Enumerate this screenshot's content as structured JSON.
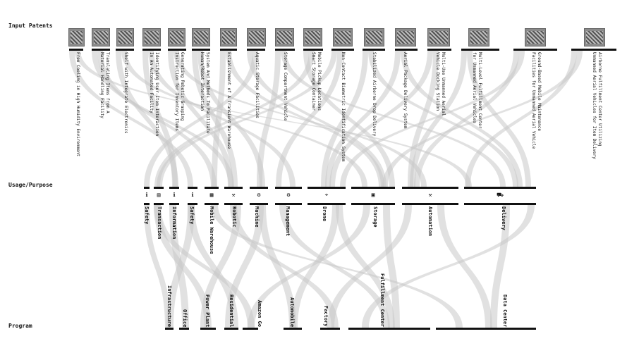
{
  "row_labels": {
    "input": "Input Patents",
    "usage": "Usage/Purpose",
    "program": "Program"
  },
  "patents": [
    {
      "label": "Free Cooling in High Humidity Environment"
    },
    {
      "label": "Translating Items from A\nMaterial Handling Facility"
    },
    {
      "label": "Shelf with Integrate Electronics"
    },
    {
      "label": "Identifying User-Item Interaction\nIn An Automated Facility"
    },
    {
      "label": "Generating Robotic Grasping\nInstruction for Inventory Items"
    },
    {
      "label": "System And Methods To Facilitate\nHuman/Robot Interaction"
    },
    {
      "label": "Establishment of A Transient Warehouse"
    },
    {
      "label": "Aquatic Storage Facilities"
    },
    {
      "label": "Storage Compartment Vehicle"
    },
    {
      "label": "Mobile Pickup Locations\nSmart Storage Container"
    },
    {
      "label": "Non-Contact Biometric Identification System"
    },
    {
      "label": "Stabilized Airborne Drop Delivery"
    },
    {
      "label": "Aerial Package Delivery System"
    },
    {
      "label": "Multi-Use Unmanned Aerial\nVehicle Docking Station"
    },
    {
      "label": "Multi-Level Fulfillment Center\nfor Unmanned Aerial Vehicles"
    },
    {
      "label": "Ground-Based Mobile Maintenance\nFacilities for Unmanned Aerial Vehicle"
    },
    {
      "label": "Airborne Fulfillment Center Utilizing\nUnmanned Aerial Vehicles for Item Delivery"
    }
  ],
  "usages": [
    {
      "label": "Safety",
      "icon": "info-icon"
    },
    {
      "label": "Transaction",
      "icon": "card-icon"
    },
    {
      "label": "Information",
      "icon": "info-icon"
    },
    {
      "label": "Safety",
      "icon": "info-icon"
    },
    {
      "label": "Mobile Warehouse",
      "icon": "grid-icon"
    },
    {
      "label": "Robotic",
      "icon": "robot-arm-icon"
    },
    {
      "label": "Machine",
      "icon": "machine-icon"
    },
    {
      "label": "Management",
      "icon": "gear-icon"
    },
    {
      "label": "Drone",
      "icon": "drone-icon"
    },
    {
      "label": "Storage",
      "icon": "boxes-icon"
    },
    {
      "label": "Automation",
      "icon": "robot-arm-icon"
    },
    {
      "label": "Delivery",
      "icon": "truck-icon"
    }
  ],
  "programs": [
    {
      "label": "Infrastructure"
    },
    {
      "label": "Office"
    },
    {
      "label": "Power Plant"
    },
    {
      "label": "Residential"
    },
    {
      "label": "Amazon Go"
    },
    {
      "label": "Automobile"
    },
    {
      "label": "Factory"
    },
    {
      "label": "Fulfillment Center"
    },
    {
      "label": "Data Center"
    }
  ],
  "colors": {
    "flow": "#c8c8c8",
    "bar": "#111111"
  }
}
